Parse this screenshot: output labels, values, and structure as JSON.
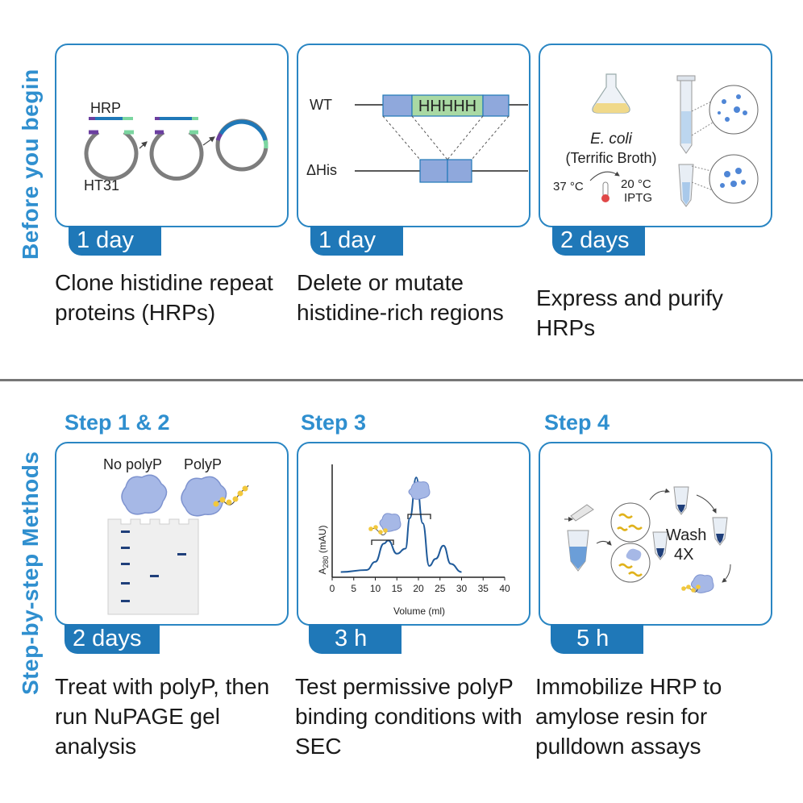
{
  "sections": {
    "before": "Before you begin",
    "methods": "Step-by-step Methods"
  },
  "top": [
    {
      "duration": "1 day",
      "desc": "Clone histidine repeat proteins (HRPs)",
      "labels": {
        "hrp": "HRP",
        "ht31": "HT31"
      }
    },
    {
      "duration": "1 day",
      "desc": "Delete or mutate histidine-rich regions",
      "labels": {
        "wt": "WT",
        "hhhhh": "HHHHH",
        "dhis": "ΔHis"
      }
    },
    {
      "duration": "2 days",
      "desc": "Express and purify HRPs",
      "labels": {
        "ecoli": "E. coli",
        "broth": "(Terrific Broth)",
        "t37": "37 °C",
        "t20": "20 °C",
        "iptg": "IPTG"
      }
    }
  ],
  "bottom": [
    {
      "step": "Step 1 & 2",
      "duration": "2 days",
      "desc": "Treat with polyP, then run NuPAGE gel analysis",
      "labels": {
        "nopolyp": "No polyP",
        "polyp": "PolyP"
      }
    },
    {
      "step": "Step 3",
      "duration": "3 h",
      "desc": "Test permissive polyP binding conditions with SEC",
      "labels": {
        "ylabel_a": "A",
        "ylabel_sub": "280",
        "ylabel_b": " (mAU)",
        "xlabel": "Volume (ml)"
      }
    },
    {
      "step": "Step 4",
      "duration": "5 h",
      "desc": "Immobilize HRP to amylose resin for pulldown assays",
      "labels": {
        "wash": "Wash",
        "times": "4X"
      }
    }
  ],
  "chart_data": {
    "type": "line",
    "xlabel": "Volume (ml)",
    "ylabel": "A280 (mAU)",
    "x_ticks": [
      0,
      5,
      10,
      15,
      20,
      25,
      30,
      35,
      40
    ],
    "xlim": [
      0,
      40
    ],
    "series": [
      {
        "x": [
          2,
          8,
          10,
          12,
          13,
          15,
          17,
          18,
          19.5,
          21,
          22.5,
          24,
          25.8,
          27.5,
          30
        ],
        "values": [
          0.02,
          0.04,
          0.12,
          0.3,
          0.33,
          0.2,
          0.25,
          0.55,
          0.95,
          0.5,
          0.08,
          0.15,
          0.28,
          0.1,
          0.02
        ]
      }
    ]
  },
  "colors": {
    "accent": "#2a86c3",
    "badge": "#1f78b8",
    "heading": "#2f8fcf"
  }
}
